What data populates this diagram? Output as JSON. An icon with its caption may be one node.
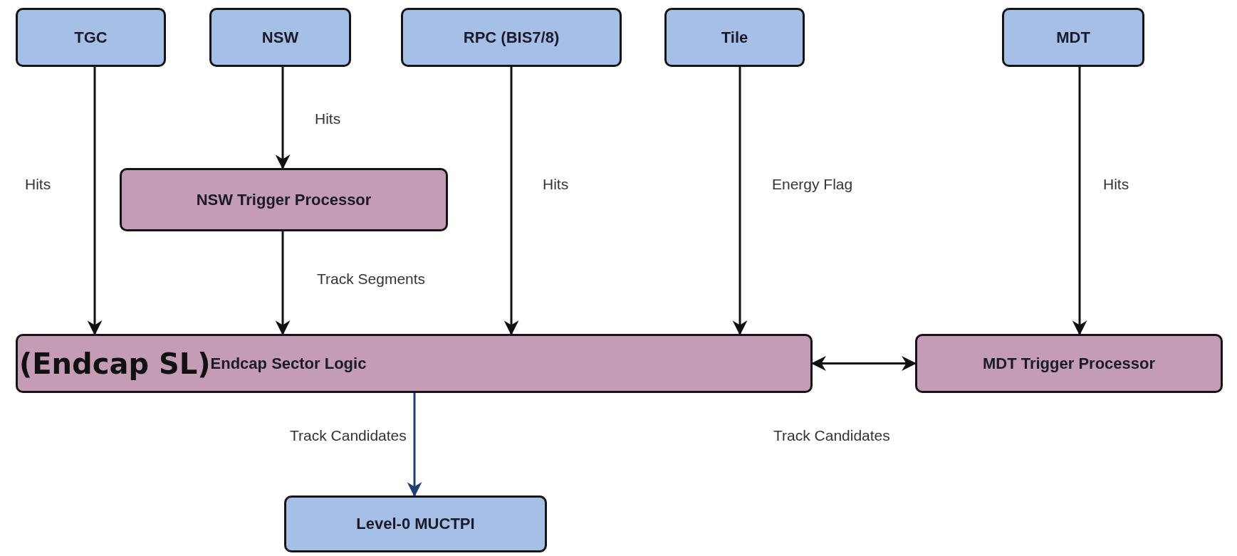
{
  "diagram": {
    "nodes": [
      {
        "text": [
          "TGC"
        ]
      },
      {
        "text": [
          "NSW"
        ]
      },
      {
        "text": [
          "RPC (BIS7/8)"
        ]
      },
      {
        "text": [
          "Tile"
        ]
      },
      {
        "text": [
          "MDT"
        ]
      },
      {
        "text": [
          "NSW Trigger Processor"
        ]
      },
      {
        "text": [
          "(Endcap SL)",
          "Endcap Sector Logic"
        ]
      },
      {
        "text": [
          "MDT Trigger Processor"
        ]
      },
      {
        "text": [
          "Level-0 MUCTPI"
        ]
      }
    ],
    "edges": [
      {
        "from": 0,
        "to": 6,
        "arrow": "to",
        "label": "Hits"
      },
      {
        "from": 1,
        "to": 5,
        "arrow": "to",
        "label": "Hits"
      },
      {
        "from": 5,
        "to": 6,
        "arrow": "to",
        "label": "Track Segments"
      },
      {
        "from": 2,
        "to": 6,
        "arrow": "to",
        "label": "Hits"
      },
      {
        "from": 3,
        "to": 6,
        "arrow": "to",
        "label": "Energy Flag"
      },
      {
        "from": 4,
        "to": 7,
        "arrow": "to",
        "label": "Hits"
      },
      {
        "from": 6,
        "to": 7,
        "arrow": "both",
        "label": "Track Candidates"
      },
      {
        "from": 6,
        "to": 8,
        "arrow": "to",
        "label": "Track Candidates",
        "color": "#1f3f73"
      }
    ]
  }
}
